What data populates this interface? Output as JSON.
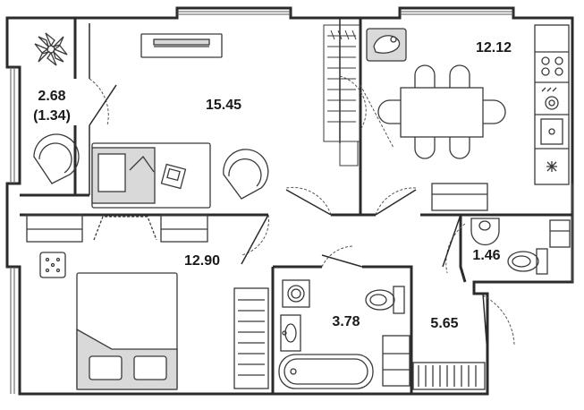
{
  "floor_plan": {
    "rooms": [
      {
        "id": "balcony-area",
        "label": "2.68"
      },
      {
        "id": "balcony-area-reduced",
        "label": "(1.34)"
      },
      {
        "id": "living-room-area",
        "label": "15.45"
      },
      {
        "id": "kitchen-area",
        "label": "12.12"
      },
      {
        "id": "bedroom-area",
        "label": "12.90"
      },
      {
        "id": "wc-area",
        "label": "1.46"
      },
      {
        "id": "bathroom-area",
        "label": "3.78"
      },
      {
        "id": "hallway-area",
        "label": "5.65"
      }
    ],
    "colors": {
      "wall": "#2b2b2b",
      "furniture_stroke": "#3a3a3a",
      "furniture_fill": "#d9d9d9",
      "window_line": "#555555",
      "background": "#ffffff"
    }
  }
}
